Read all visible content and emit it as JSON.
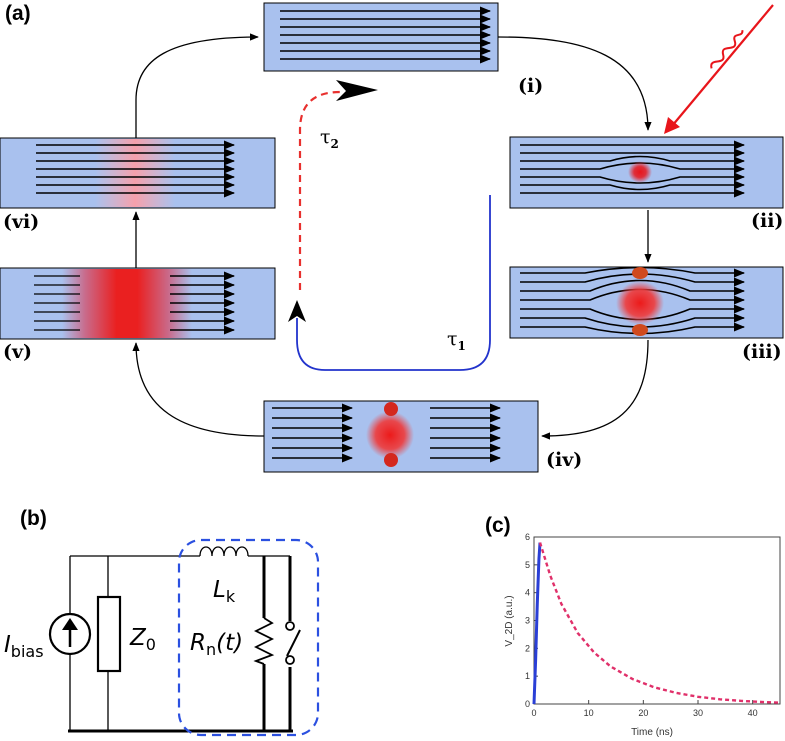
{
  "panels": {
    "a": "(a)",
    "b": "(b)",
    "c": "(c)"
  },
  "stages": {
    "i": "(i)",
    "ii": "(ii)",
    "iii": "(iii)",
    "iv": "(iv)",
    "v": "(v)",
    "vi": "(vi)"
  },
  "taus": {
    "tau1_symbol": "τ",
    "tau1_sub": "1",
    "tau2_symbol": "τ",
    "tau2_sub": "2"
  },
  "colors": {
    "strip": "#a9c1ee",
    "hotspot": "#e8151b",
    "tau1_path": "#2233cc",
    "tau2_path": "#e82a2a",
    "photon": "#e8151b",
    "circuit_box": "#2b50e0"
  },
  "circuit": {
    "ibias_main": "I",
    "ibias_sub": "bias",
    "z0_main": "Z",
    "z0_sub": "0",
    "lk_main": "L",
    "lk_sub": "k",
    "rn_main": "R",
    "rn_sub": "n",
    "rn_arg": "(t)"
  },
  "chart_data": {
    "type": "line",
    "title": "",
    "xlabel": "Time (ns)",
    "ylabel": "V_2D (a.u.)",
    "xlim": [
      0,
      45
    ],
    "ylim": [
      0,
      6
    ],
    "xticks": [
      "0",
      "10",
      "20",
      "30",
      "40"
    ],
    "yticks": [
      "0",
      "1",
      "2",
      "3",
      "4",
      "5",
      "6"
    ],
    "grid": false,
    "series": [
      {
        "style": "solid",
        "color": "#2a3fd6",
        "x": [
          0,
          0.3,
          0.6,
          0.9,
          1.1
        ],
        "y": [
          0,
          1.6,
          3.6,
          5.2,
          5.8
        ]
      },
      {
        "style": "dashed",
        "color": "#e0306a",
        "x": [
          1.1,
          3,
          5,
          8,
          11,
          14,
          18,
          22,
          26,
          30,
          34,
          38,
          42,
          45
        ],
        "y": [
          5.8,
          4.6,
          3.6,
          2.55,
          1.85,
          1.35,
          0.9,
          0.6,
          0.4,
          0.26,
          0.17,
          0.11,
          0.07,
          0.05
        ]
      }
    ]
  }
}
